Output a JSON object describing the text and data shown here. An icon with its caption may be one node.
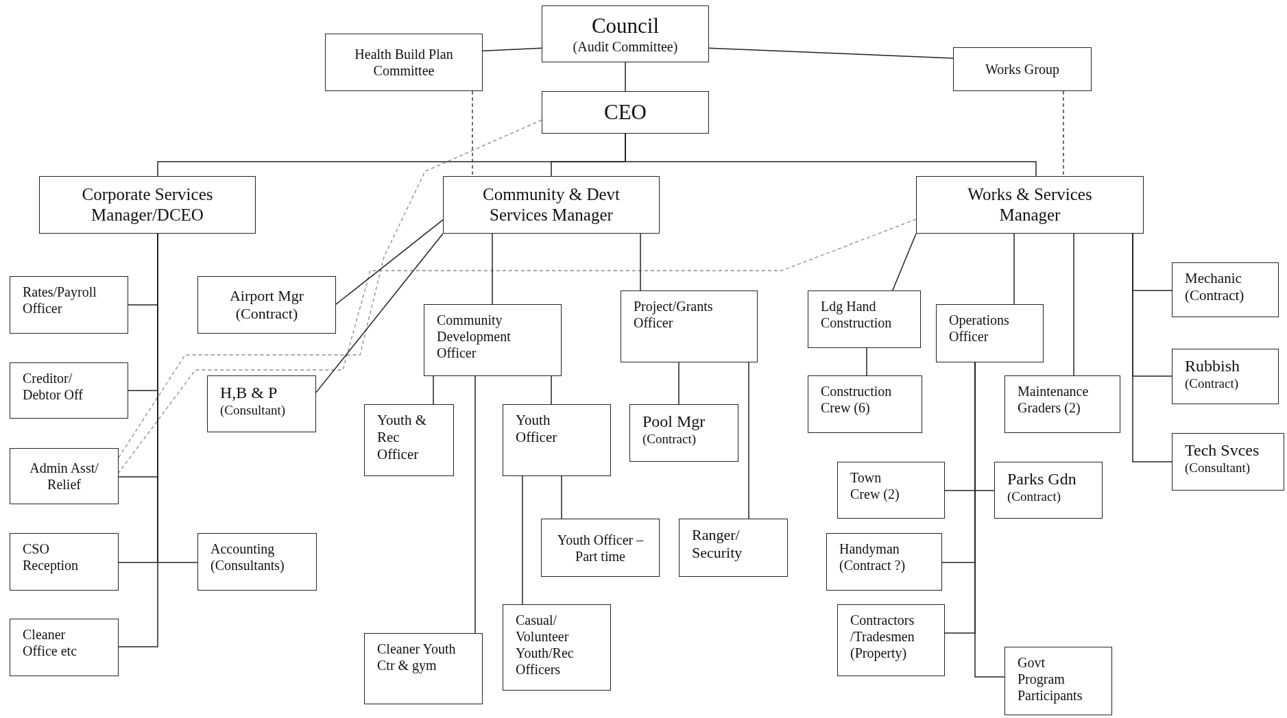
{
  "diagram": {
    "nodes": [
      {
        "text": [
          "Council",
          "(Audit Committee)"
        ]
      },
      {
        "text": [
          "Health Build Plan Committee"
        ]
      },
      {
        "text": [
          "Works Group"
        ]
      },
      {
        "text": [
          "CEO"
        ]
      },
      {
        "text": [
          "Corporate Services Manager/DCEO"
        ]
      },
      {
        "text": [
          "Community & Devt Services Manager"
        ]
      },
      {
        "text": [
          "Works & Services Manager"
        ]
      },
      {
        "text": [
          "Rates/Payroll Officer"
        ]
      },
      {
        "text": [
          "Creditor/ Debtor Off"
        ]
      },
      {
        "text": [
          "Admin Asst/ Relief"
        ]
      },
      {
        "text": [
          "CSO Reception"
        ]
      },
      {
        "text": [
          "Cleaner Office etc"
        ]
      },
      {
        "text": [
          "Airport Mgr",
          "(Contract)"
        ]
      },
      {
        "text": [
          "H,B & P",
          "(Consultant)"
        ]
      },
      {
        "text": [
          "Accounting (Consultants)"
        ]
      },
      {
        "text": [
          "Community Development Officer"
        ]
      },
      {
        "text": [
          "Project/Grants Officer"
        ]
      },
      {
        "text": [
          "Youth & Rec Officer"
        ]
      },
      {
        "text": [
          "Youth Officer"
        ]
      },
      {
        "text": [
          "Pool Mgr",
          "(Contract)"
        ]
      },
      {
        "text": [
          "Youth Officer – Part time"
        ]
      },
      {
        "text": [
          "Ranger/ Security"
        ]
      },
      {
        "text": [
          "Cleaner Youth Ctr & gym"
        ]
      },
      {
        "text": [
          "Casual/ Volunteer Youth/Rec Officers"
        ]
      },
      {
        "text": [
          "Ldg Hand Construction"
        ]
      },
      {
        "text": [
          "Operations Officer"
        ]
      },
      {
        "text": [
          "Construction Crew (6)"
        ]
      },
      {
        "text": [
          "Maintenance Graders (2)"
        ]
      },
      {
        "text": [
          "Mechanic (Contract)"
        ]
      },
      {
        "text": [
          "Rubbish",
          "(Contract)"
        ]
      },
      {
        "text": [
          "Tech Svces",
          "(Consultant)"
        ]
      },
      {
        "text": [
          "Town Crew (2)"
        ]
      },
      {
        "text": [
          "Parks Gdn",
          "(Contract)"
        ]
      },
      {
        "text": [
          "Handyman (Contract ?)"
        ]
      },
      {
        "text": [
          "Contractors /Tradesmen (Property)"
        ]
      },
      {
        "text": [
          "Govt Program Participants"
        ]
      }
    ],
    "edges": [
      {
        "from": 0,
        "to": 1,
        "arrow": "none"
      },
      {
        "from": 0,
        "to": 2,
        "arrow": "none"
      },
      {
        "from": 0,
        "to": 3,
        "arrow": "none"
      },
      {
        "from": 3,
        "to": 4,
        "arrow": "none"
      },
      {
        "from": 3,
        "to": 5,
        "arrow": "none"
      },
      {
        "from": 3,
        "to": 6,
        "arrow": "none"
      },
      {
        "from": 1,
        "to": 5,
        "arrow": "none",
        "style": "dashed"
      },
      {
        "from": 2,
        "to": 6,
        "arrow": "none",
        "style": "dashed"
      },
      {
        "from": 3,
        "to": 9,
        "arrow": "none",
        "style": "dashed",
        "color": "#8a8a8a"
      },
      {
        "from": 6,
        "to": 9,
        "arrow": "none",
        "style": "dashed",
        "color": "#8a8a8a"
      },
      {
        "from": 4,
        "to": 7,
        "arrow": "none"
      },
      {
        "from": 4,
        "to": 8,
        "arrow": "none"
      },
      {
        "from": 4,
        "to": 9,
        "arrow": "none"
      },
      {
        "from": 4,
        "to": 10,
        "arrow": "none"
      },
      {
        "from": 4,
        "to": 11,
        "arrow": "none"
      },
      {
        "from": 4,
        "to": 14,
        "arrow": "none"
      },
      {
        "from": 5,
        "to": 12,
        "arrow": "none"
      },
      {
        "from": 5,
        "to": 13,
        "arrow": "none"
      },
      {
        "from": 5,
        "to": 15,
        "arrow": "none"
      },
      {
        "from": 5,
        "to": 16,
        "arrow": "none"
      },
      {
        "from": 15,
        "to": 17,
        "arrow": "none"
      },
      {
        "from": 15,
        "to": 18,
        "arrow": "none"
      },
      {
        "from": 15,
        "to": 22,
        "arrow": "none"
      },
      {
        "from": 18,
        "to": 20,
        "arrow": "none"
      },
      {
        "from": 18,
        "to": 23,
        "arrow": "none"
      },
      {
        "from": 16,
        "to": 19,
        "arrow": "none"
      },
      {
        "from": 16,
        "to": 21,
        "arrow": "none"
      },
      {
        "from": 6,
        "to": 24,
        "arrow": "none"
      },
      {
        "from": 6,
        "to": 25,
        "arrow": "none"
      },
      {
        "from": 6,
        "to": 27,
        "arrow": "none"
      },
      {
        "from": 6,
        "to": 28,
        "arrow": "none"
      },
      {
        "from": 6,
        "to": 29,
        "arrow": "none"
      },
      {
        "from": 6,
        "to": 30,
        "arrow": "none"
      },
      {
        "from": 24,
        "to": 26,
        "arrow": "none"
      },
      {
        "from": 25,
        "to": 31,
        "arrow": "none"
      },
      {
        "from": 25,
        "to": 32,
        "arrow": "none"
      },
      {
        "from": 25,
        "to": 33,
        "arrow": "none"
      },
      {
        "from": 25,
        "to": 34,
        "arrow": "none"
      },
      {
        "from": 25,
        "to": 35,
        "arrow": "none"
      }
    ]
  }
}
